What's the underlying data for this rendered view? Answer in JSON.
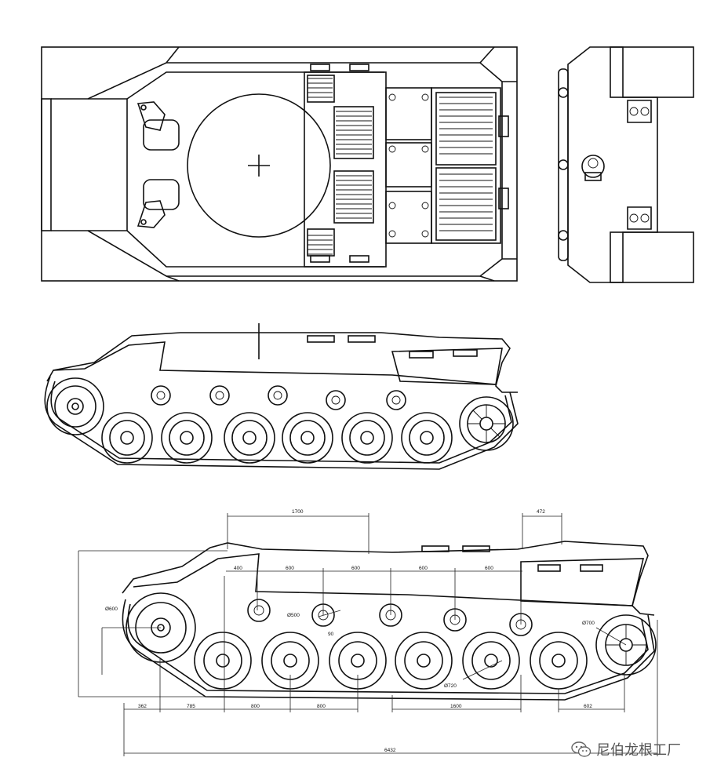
{
  "dimensions": {
    "top_1700": "1700",
    "top_472": "472",
    "seg_400": "400",
    "seg_600a": "600",
    "seg_600b": "600",
    "seg_600c": "600",
    "seg_600d": "600",
    "d_600": "Ø600",
    "d_500": "Ø500",
    "d_700": "Ø700",
    "d_720": "Ø720",
    "val_90": "90",
    "bot_362": "362",
    "bot_785": "785",
    "bot_800a": "800",
    "bot_800b": "800",
    "bot_1600": "1600",
    "bot_602": "602",
    "overall_6432": "6432"
  },
  "watermark": {
    "text": "尼伯龙根工厂",
    "icon": "wechat-icon"
  }
}
